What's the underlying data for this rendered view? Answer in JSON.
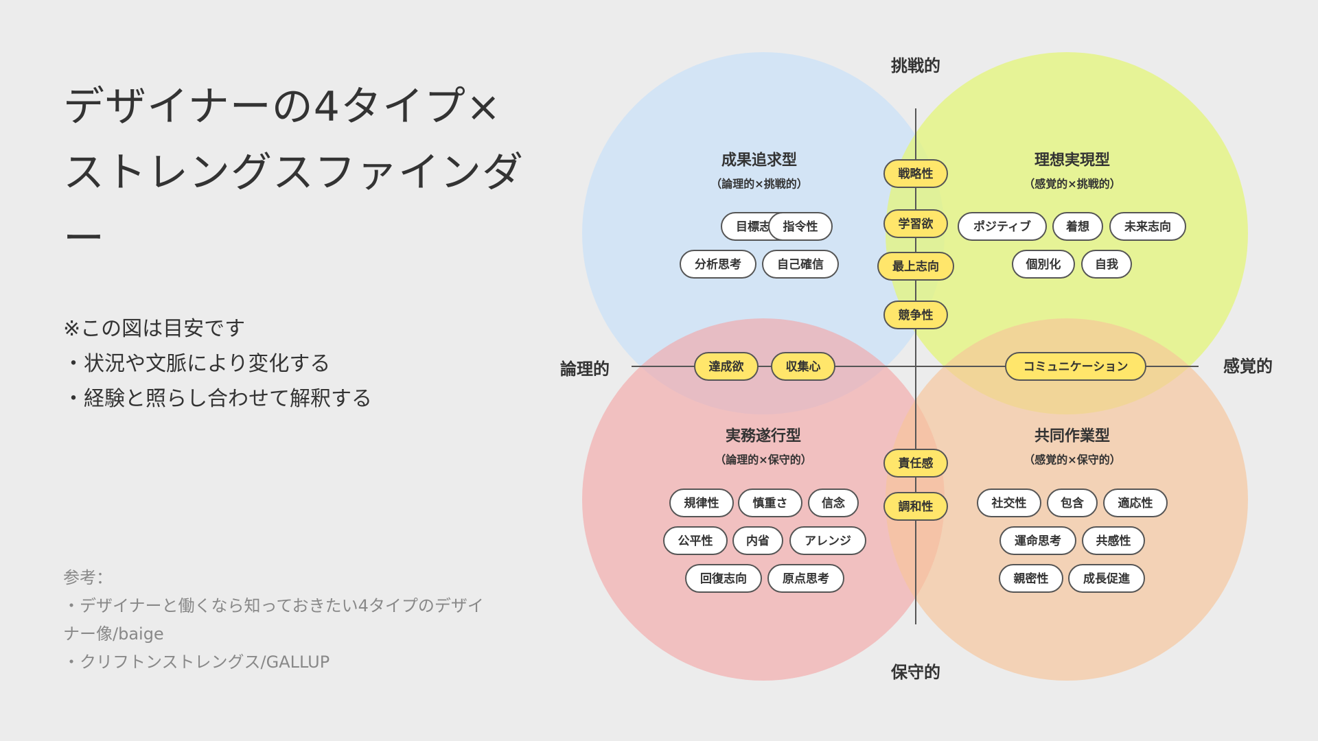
{
  "title": {
    "line1": "デザイナーの4タイプ×",
    "line2": "ストレングスファインダー"
  },
  "notes": [
    "※この図は目安です",
    "・状況や文脈により変化する",
    "・経験と照らし合わせて解釈する"
  ],
  "references": {
    "heading": "参考：",
    "items": [
      "・デザイナーと働くなら知っておきたい4タイプのデザイ",
      "ナー像/baige",
      "・クリフトンストレングス/GALLUP"
    ]
  },
  "axes": {
    "top": "挑戦的",
    "bottom": "保守的",
    "left": "論理的",
    "right": "感覚的"
  },
  "colors": {
    "blue": "#cfe3f7",
    "yellow_green": "#e4f57a",
    "red": "#f5a3a3",
    "orange": "#f7c59a",
    "highlight_pill": "#ffe66b",
    "pill_border": "#555555",
    "axis_line": "#555555"
  },
  "quadrants": [
    {
      "id": "top-left",
      "title": "成果追求型",
      "subtitle": "（論理的×挑戦的）",
      "pills": [
        "目標志向",
        "指令性",
        "分析思考",
        "自己確信"
      ]
    },
    {
      "id": "top-right",
      "title": "理想実現型",
      "subtitle": "（感覚的×挑戦的）",
      "pills": [
        "ポジティブ",
        "着想",
        "未来志向",
        "個別化",
        "自我"
      ]
    },
    {
      "id": "bottom-left",
      "title": "実務遂行型",
      "subtitle": "（論理的×保守的）",
      "pills": [
        "規律性",
        "慎重さ",
        "信念",
        "公平性",
        "内省",
        "アレンジ",
        "回復志向",
        "原点思考"
      ]
    },
    {
      "id": "bottom-right",
      "title": "共同作業型",
      "subtitle": "（感覚的×保守的）",
      "pills": [
        "社交性",
        "包含",
        "適応性",
        "運命思考",
        "共感性",
        "親密性",
        "成長促進"
      ]
    }
  ],
  "highlight_pills": {
    "vertical_top": [
      "戦略性",
      "学習欲",
      "最上志向",
      "競争性"
    ],
    "vertical_bottom": [
      "責任感",
      "調和性"
    ],
    "horizontal_left": [
      "達成欲",
      "収集心"
    ],
    "horizontal_right": [
      "コミュニケーション"
    ]
  }
}
